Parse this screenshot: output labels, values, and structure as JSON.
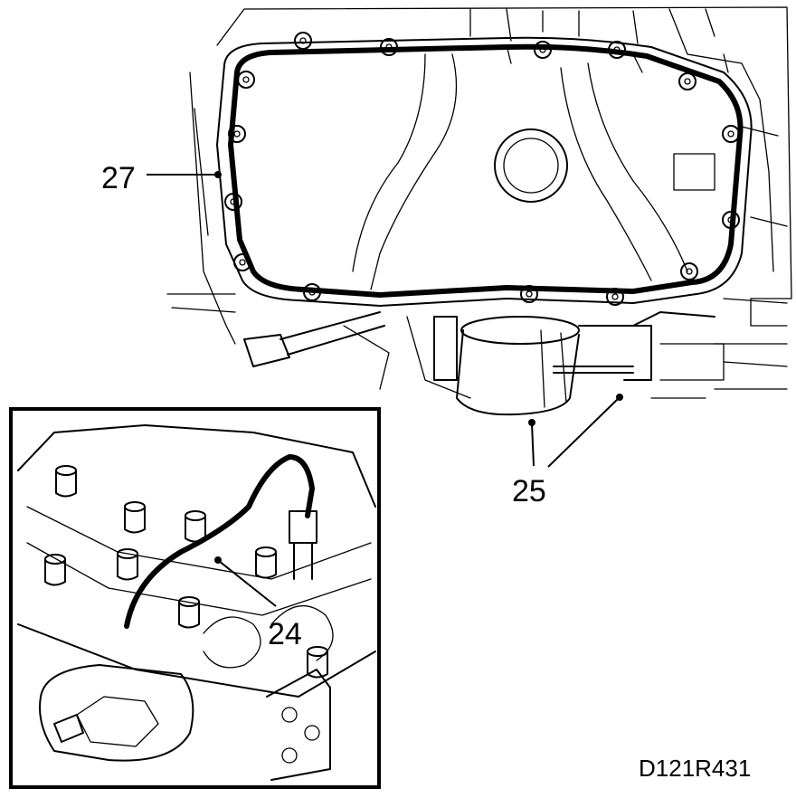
{
  "figure": {
    "callouts": {
      "oil_pan_gasket": "27",
      "oil_filter": "25",
      "pipe": "24"
    },
    "drawing_code": "D121R431"
  },
  "colors": {
    "ink": "#000000",
    "paper": "#ffffff"
  }
}
